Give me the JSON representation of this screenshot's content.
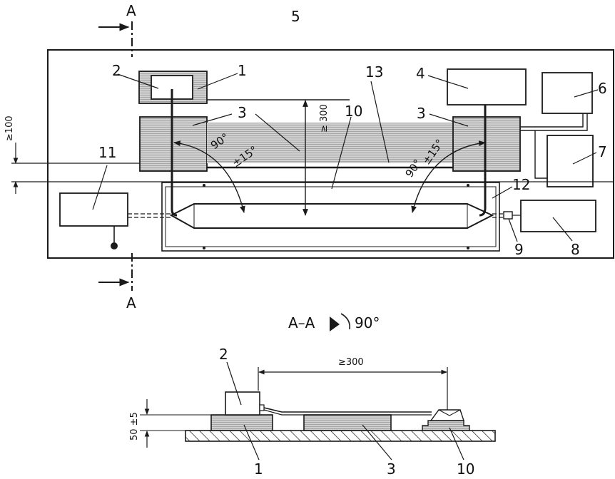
{
  "section_marks": {
    "top": "A",
    "bottom": "A"
  },
  "section_title": "A–A",
  "rotation_label": "90°",
  "callouts": {
    "c1": "1",
    "c2": "2",
    "c3a": "3",
    "c3b": "3",
    "c4": "4",
    "c5": "5",
    "c6": "6",
    "c7": "7",
    "c8": "8",
    "c9": "9",
    "c10": "10",
    "c11": "11",
    "c12": "12",
    "c13": "13"
  },
  "section_callouts": {
    "s1": "1",
    "s2": "2",
    "s3": "3",
    "s10": "10"
  },
  "dimensions": {
    "min_distance_plan": "≥ 300",
    "min_gap_left": "≥100",
    "angle_left_main": "90°",
    "angle_left_tol": "±15°",
    "angle_right_main": "90°",
    "angle_right_tol": "±15°",
    "min_distance_section": "≥300",
    "height": "50 ±5"
  },
  "colors": {
    "line": "#1a1a1a",
    "fill_gray": "#c8c8c8"
  }
}
